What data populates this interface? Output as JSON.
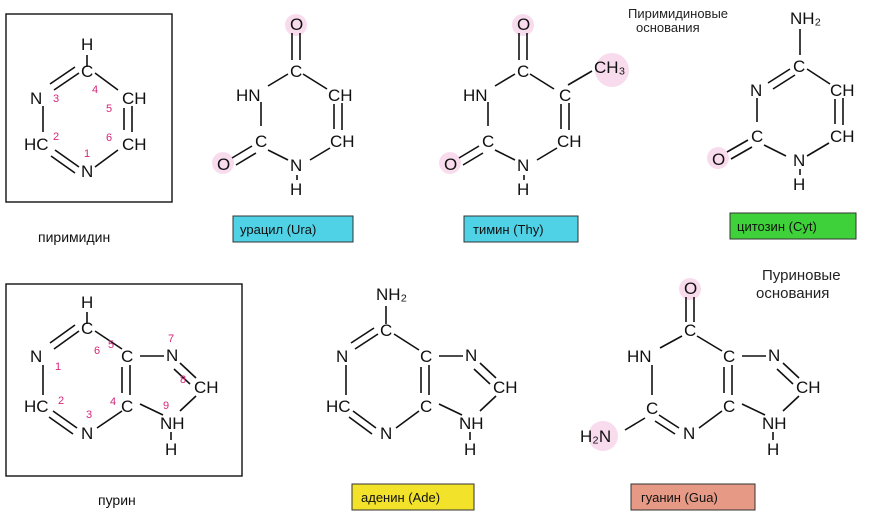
{
  "groups": {
    "pyrimidine_bases": "Пиримидиновые\nоснования",
    "purine_bases": "Пуриновые\nоснования"
  },
  "parents": {
    "pyrimidine": "пиримидин",
    "purine": "пурин"
  },
  "bases": {
    "uracil": {
      "label": "урацил (Ura)",
      "color": "#4fd2e6"
    },
    "thymine": {
      "label": "тимин (Thy)",
      "color": "#4fd2e6"
    },
    "cytosine": {
      "label": "цитозин (Cyt)",
      "color": "#3fd13a"
    },
    "adenine": {
      "label": "аденин (Ade)",
      "color": "#f2e22a"
    },
    "guanine": {
      "label": "гуанин (Gua)",
      "color": "#e69a86"
    }
  },
  "atoms": {
    "H": "H",
    "N": "N",
    "O": "O",
    "C": "C",
    "CH": "CH",
    "HC": "HC",
    "HN": "HN",
    "NH": "NH",
    "NH2": "NH₂",
    "H2N": "H₂N",
    "CH3": "CH₃"
  },
  "ring_numbers": [
    "1",
    "2",
    "3",
    "4",
    "5",
    "6",
    "7",
    "8",
    "9"
  ]
}
